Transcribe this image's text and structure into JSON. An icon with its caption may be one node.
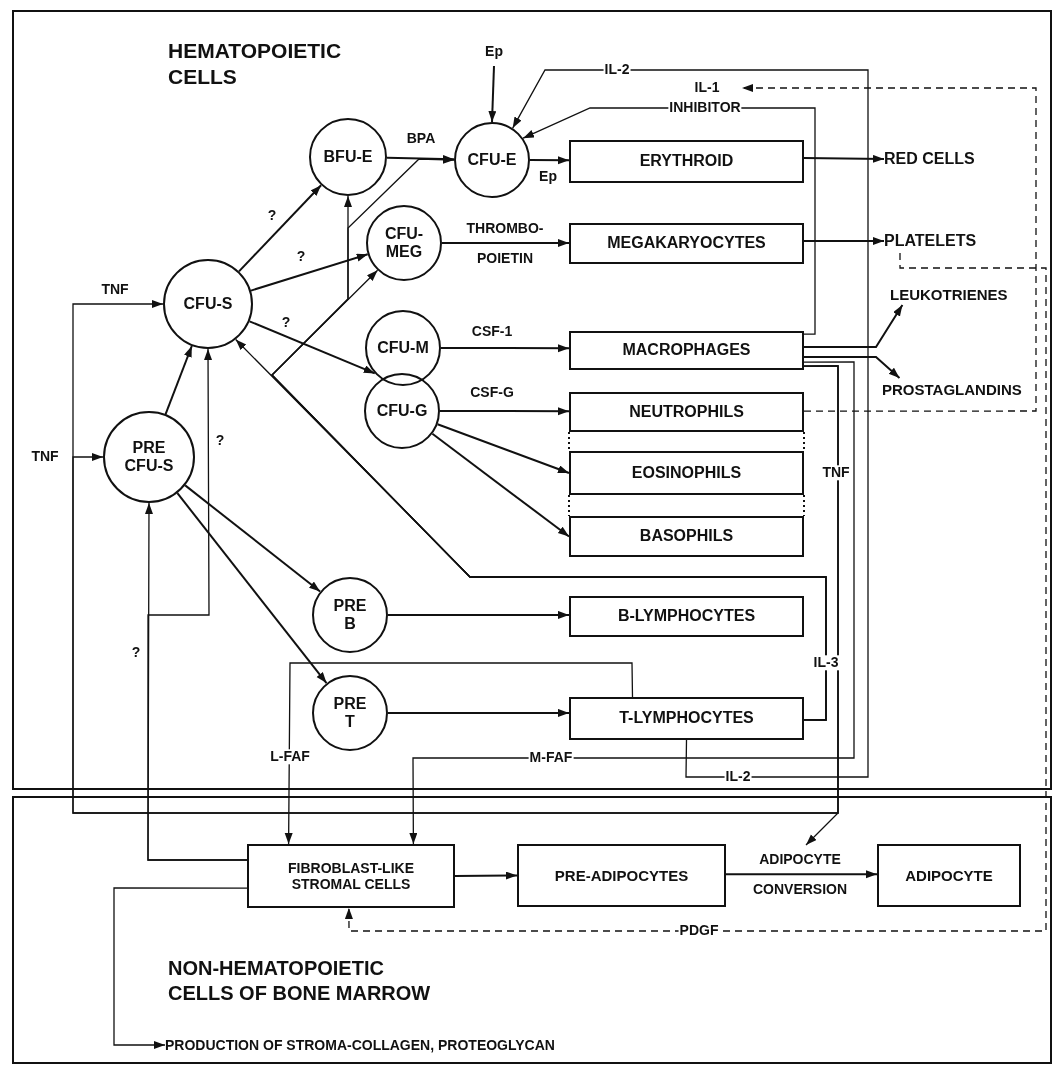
{
  "diagram": {
    "nodes": [
      {
        "text": [
          "HEMATOPOIETIC CELLS"
        ]
      },
      {
        "text": [
          "NON-HEMATOPOIETIC CELLS OF BONE MARROW"
        ]
      },
      {
        "text": [
          "CFU-S"
        ],
        "in": 0
      },
      {
        "text": [
          "PRE CFU-S"
        ],
        "in": 0
      },
      {
        "text": [
          "BFU-E"
        ],
        "in": 0
      },
      {
        "text": [
          "CFU-E"
        ],
        "in": 0
      },
      {
        "text": [
          "CFU- MEG"
        ],
        "in": 0
      },
      {
        "text": [
          "CFU-M"
        ],
        "in": 0
      },
      {
        "text": [
          "CFU-G"
        ],
        "in": 0
      },
      {
        "text": [
          "PRE B"
        ],
        "in": 0
      },
      {
        "text": [
          "PRE T"
        ],
        "in": 0
      },
      {
        "text": [
          "ERYTHROID"
        ],
        "in": 0
      },
      {
        "text": [
          "MEGAKARYOCYTES"
        ],
        "in": 0
      },
      {
        "text": [
          "MACROPHAGES"
        ],
        "in": 0
      },
      {
        "text": [
          "NEUTROPHILS"
        ],
        "in": 0
      },
      {
        "text": [
          "EOSINOPHILS"
        ],
        "in": 0
      },
      {
        "text": [
          "BASOPHILS"
        ],
        "in": 0
      },
      {
        "text": [
          "B-LYMPHOCYTES"
        ],
        "in": 0
      },
      {
        "text": [
          "T-LYMPHOCYTES"
        ],
        "in": 0
      },
      {
        "text": [
          "RED CELLS"
        ],
        "in": 0
      },
      {
        "text": [
          "PLATELETS"
        ],
        "in": 0
      },
      {
        "text": [
          "LEUKOTRIENES"
        ],
        "in": 0
      },
      {
        "text": [
          "PROSTAGLANDINS"
        ],
        "in": 0
      },
      {
        "text": [
          "FIBROBLAST-LIKE STROMAL CELLS"
        ],
        "in": 1
      },
      {
        "text": [
          "PRE-ADIPOCYTES"
        ],
        "in": 1
      },
      {
        "text": [
          "ADIPOCYTE"
        ],
        "in": 1
      },
      {
        "text": [
          "PRODUCTION OF STROMA-COLLAGEN, PROTEOGLYCAN"
        ],
        "in": 1
      }
    ],
    "edges": [
      {
        "from": 2,
        "to": 4,
        "arrow": "to",
        "label": "?"
      },
      {
        "from": 2,
        "to": 6,
        "arrow": "to",
        "label": "?"
      },
      {
        "from": 2,
        "to": 7,
        "arrow": "to",
        "label": "?"
      },
      {
        "from": 3,
        "to": 2,
        "arrow": "to"
      },
      {
        "from": 3,
        "to": 9,
        "arrow": "to"
      },
      {
        "from": 3,
        "to": 10,
        "arrow": "to"
      },
      {
        "from": 4,
        "to": 5,
        "arrow": "to",
        "label": "BPA"
      },
      {
        "from": null,
        "to": 5,
        "arrow": "to",
        "label": "Ep"
      },
      {
        "from": 5,
        "to": 11,
        "arrow": "to",
        "label": "Ep"
      },
      {
        "from": 6,
        "to": 12,
        "arrow": "to",
        "label": "THROMBO- POIETIN"
      },
      {
        "from": 7,
        "to": 13,
        "arrow": "to",
        "label": "CSF-1"
      },
      {
        "from": 8,
        "to": 14,
        "arrow": "to",
        "label": "CSF-G"
      },
      {
        "from": 8,
        "to": 15,
        "arrow": "to"
      },
      {
        "from": 8,
        "to": 16,
        "arrow": "to"
      },
      {
        "from": 9,
        "to": 17,
        "arrow": "to"
      },
      {
        "from": 10,
        "to": 18,
        "arrow": "to"
      },
      {
        "from": 11,
        "to": 19,
        "arrow": "to"
      },
      {
        "from": 12,
        "to": 20,
        "arrow": "to"
      },
      {
        "from": 13,
        "to": 21,
        "arrow": "to"
      },
      {
        "from": 13,
        "to": 22,
        "arrow": "to"
      },
      {
        "from": 13,
        "to": 5,
        "arrow": "to",
        "label": "INHIBITOR"
      },
      {
        "from": 18,
        "to": 5,
        "arrow": "to",
        "label": "IL-2"
      },
      {
        "from": 13,
        "to": 2,
        "arrow": "to",
        "label": "TNF"
      },
      {
        "from": 13,
        "to": 3,
        "arrow": "to",
        "label": "TNF"
      },
      {
        "from": 13,
        "to": null,
        "arrow": "to",
        "label": "TNF"
      },
      {
        "from": 18,
        "to": 2,
        "arrow": "to",
        "label": "IL-3"
      },
      {
        "from": 18,
        "to": 6,
        "arrow": "to"
      },
      {
        "from": 18,
        "to": 4,
        "arrow": "to"
      },
      {
        "from": 18,
        "to": 5,
        "arrow": "to"
      },
      {
        "from": 18,
        "to": 23,
        "arrow": "to",
        "label": "L-FAF"
      },
      {
        "from": 13,
        "to": 23,
        "arrow": "to",
        "label": "M-FAF"
      },
      {
        "from": 14,
        "to": null,
        "arrow": "to",
        "label": "IL-1",
        "style": "dashed"
      },
      {
        "from": 20,
        "to": 23,
        "arrow": "to",
        "label": "PDGF",
        "style": "dashed"
      },
      {
        "from": 23,
        "to": 24,
        "arrow": "to"
      },
      {
        "from": 24,
        "to": 25,
        "arrow": "to",
        "label": "ADIPOCYTE CONVERSION"
      },
      {
        "from": 23,
        "to": 26,
        "arrow": "to"
      },
      {
        "from": 23,
        "to": 3,
        "arrow": "to",
        "label": "?"
      },
      {
        "from": 23,
        "to": 2,
        "arrow": "to",
        "label": "?"
      }
    ],
    "labels": [
      "IL-2"
    ]
  }
}
